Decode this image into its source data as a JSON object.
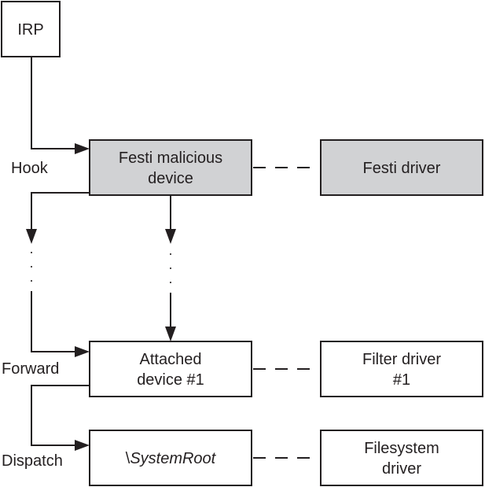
{
  "nodes": {
    "irp": {
      "label": "IRP"
    },
    "festi_device": {
      "line1": "Festi malicious",
      "line2": "device"
    },
    "festi_driver": {
      "label": "Festi driver"
    },
    "attached_device": {
      "line1": "Attached",
      "line2": "device #1"
    },
    "filter_driver": {
      "line1": "Filter driver",
      "line2": "#1"
    },
    "systemroot": {
      "prefix": "\\",
      "label": "SystemRoot"
    },
    "filesystem_driver": {
      "line1": "Filesystem",
      "line2": "driver"
    }
  },
  "edge_labels": {
    "hook": "Hook",
    "forward": "Forward",
    "dispatch": "Dispatch"
  },
  "colors": {
    "line": "#231f20",
    "malicious_fill": "#d1d2d4",
    "normal_fill": "#ffffff"
  }
}
